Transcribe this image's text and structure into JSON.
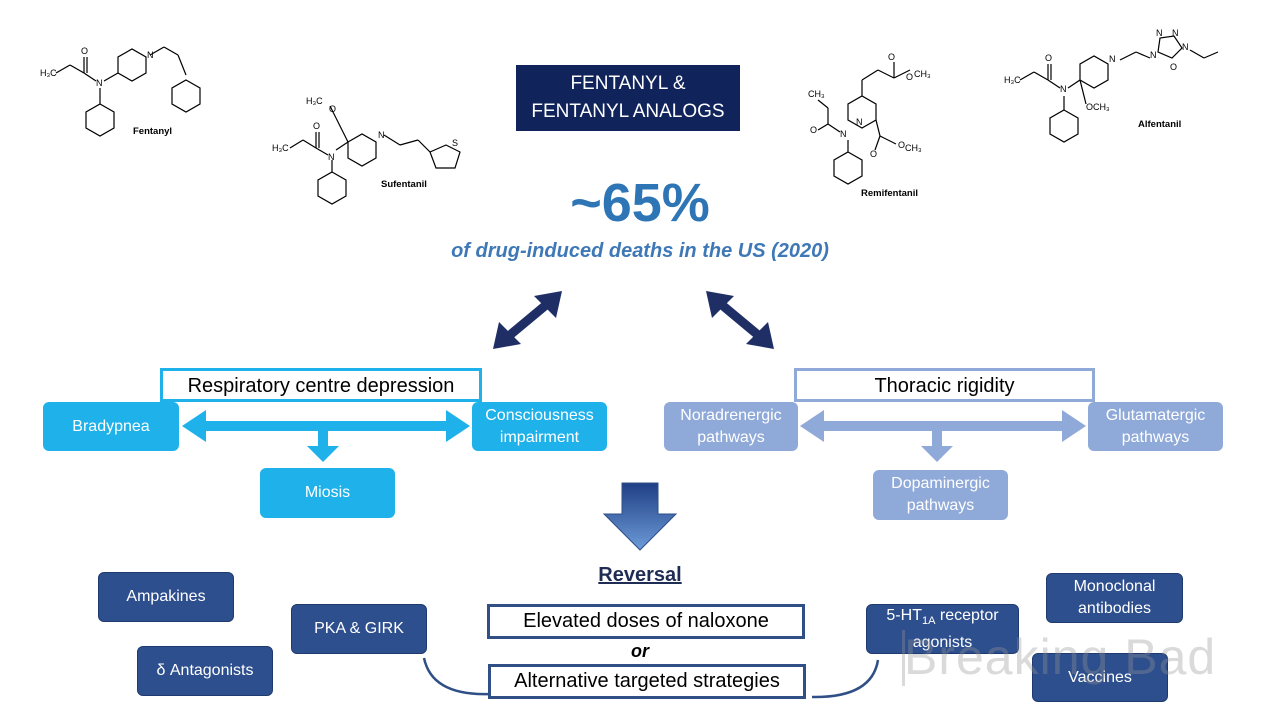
{
  "header": {
    "line1": "FENTANYL &",
    "line2": "FENTANYL ANALOGS"
  },
  "molecules": {
    "fentanyl": "Fentanyl",
    "sufentanil": "Sufentanil",
    "remifentanil": "Remifentanil",
    "alfentanil": "Alfentanil"
  },
  "stat": {
    "value": "~65%",
    "caption": "of drug-induced deaths in the US (2020)"
  },
  "respiratory": {
    "title": "Respiratory centre depression",
    "left": "Bradypnea",
    "right_line1": "Consciousness",
    "right_line2": "impairment",
    "bottom": "Miosis"
  },
  "thoracic": {
    "title": "Thoracic rigidity",
    "left_line1": "Noradrenergic",
    "left_line2": "pathways",
    "right_line1": "Glutamatergic",
    "right_line2": "pathways",
    "bottom_line1": "Dopaminergic",
    "bottom_line2": "pathways"
  },
  "reversal": {
    "heading": "Reversal",
    "option1": "Elevated doses of naloxone",
    "connector": "or",
    "option2": "Alternative targeted strategies"
  },
  "strategies_left": {
    "ampakines": "Ampakines",
    "delta": "δ Antagonists",
    "pka": "PKA & GIRK"
  },
  "strategies_right": {
    "ht_prefix": "5-HT",
    "ht_sub": "1A",
    "ht_suffix": " receptor",
    "ht_line2": "agonists",
    "mab_line1": "Monoclonal",
    "mab_line2": "antibodies",
    "vaccines": "Vaccines"
  },
  "watermark": "Breaking Bad",
  "colors": {
    "navy": "#10235a",
    "stat_blue": "#2e75b6",
    "cyan": "#1fb1ea",
    "light_blue": "#8fa9d8",
    "strategy_navy": "#2e4f8e"
  }
}
